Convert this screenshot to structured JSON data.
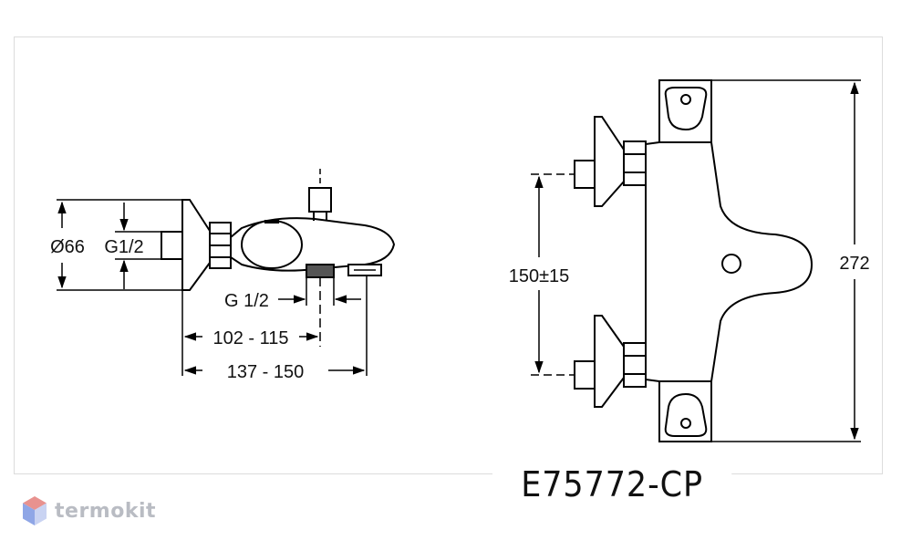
{
  "side_view": {
    "dia_label": "Ø66",
    "thread_label_left": "G1/2",
    "thread_label_bottom": "G 1/2",
    "dim_short": "102 - 115",
    "dim_long": "137 - 150"
  },
  "front_view": {
    "spacing_label": "150±15",
    "height_label": "272"
  },
  "model_code": "E75772-CP",
  "brand": {
    "name": "termokit",
    "colors": {
      "logo_red": "#e8928f",
      "logo_blue": "#8fa6e6",
      "text": "#b9bcc3"
    }
  }
}
